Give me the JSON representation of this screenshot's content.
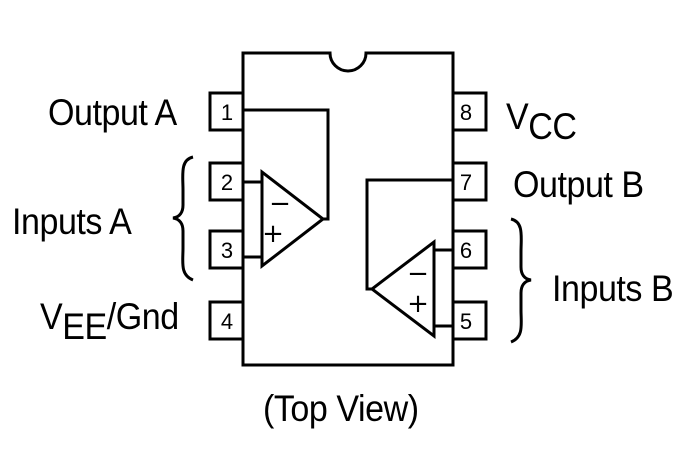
{
  "diagram": {
    "title": "Dual Op-Amp 8-pin package pinout",
    "caption": "(Top View)",
    "pins": [
      {
        "number": "1",
        "side": "left",
        "label": "Output A"
      },
      {
        "number": "2",
        "side": "left",
        "label": "Inputs A"
      },
      {
        "number": "3",
        "side": "left",
        "label": "Inputs A"
      },
      {
        "number": "4",
        "side": "left",
        "label": "VEE/Gnd"
      },
      {
        "number": "5",
        "side": "right",
        "label": "Inputs B"
      },
      {
        "number": "6",
        "side": "right",
        "label": "Inputs B"
      },
      {
        "number": "7",
        "side": "right",
        "label": "Output B"
      },
      {
        "number": "8",
        "side": "right",
        "label": "VCC"
      }
    ],
    "labels": {
      "output_a": "Output A",
      "inputs_a": "Inputs A",
      "vee_main": "V",
      "vee_sub": "EE",
      "vee_suffix": "/Gnd",
      "vcc_main": "V",
      "vcc_sub": "CC",
      "output_b": "Output B",
      "inputs_b": "Inputs B"
    },
    "opamp_a": {
      "inverting": "−",
      "noninverting": "+"
    },
    "opamp_b": {
      "inverting": "−",
      "noninverting": "+"
    }
  }
}
